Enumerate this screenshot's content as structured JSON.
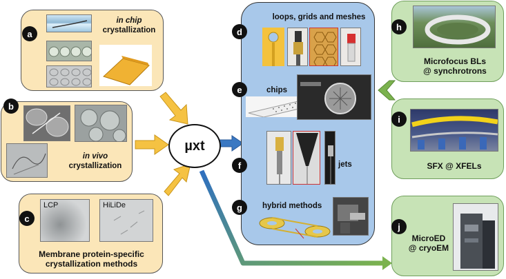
{
  "panel_a": {
    "letter": "a",
    "title_italic": "in chip",
    "title_rest": "crystallization"
  },
  "panel_b": {
    "letter": "b",
    "title_italic": "in vivo",
    "title_rest": "crystallization"
  },
  "panel_c": {
    "letter": "c",
    "img1_label": "LCP",
    "img2_label": "HiLiDe",
    "title_line1": "Membrane protein-specific",
    "title_line2": "crystallization methods"
  },
  "center": {
    "label": "µxt"
  },
  "panel_d": {
    "letter": "d",
    "title": "loops, grids and meshes"
  },
  "panel_e": {
    "letter": "e",
    "title": "chips"
  },
  "panel_f": {
    "letter": "f",
    "title": "jets"
  },
  "panel_g": {
    "letter": "g",
    "title": "hybrid methods"
  },
  "panel_h": {
    "letter": "h",
    "title_line1": "Microfocus BLs",
    "title_line2": "@ synchrotrons"
  },
  "panel_i": {
    "letter": "i",
    "title": "SFX @ XFELs"
  },
  "panel_j": {
    "letter": "j",
    "title_line1": "MicroED",
    "title_line2": "@ cryoEM"
  },
  "colors": {
    "yellow_panel": "#fbe6b8",
    "blue_panel": "#a8c8ea",
    "green_panel": "#c7e3b6",
    "arrow_orange": "#f5c242",
    "arrow_blue": "#3a78c2",
    "arrow_green": "#7bb24e"
  }
}
